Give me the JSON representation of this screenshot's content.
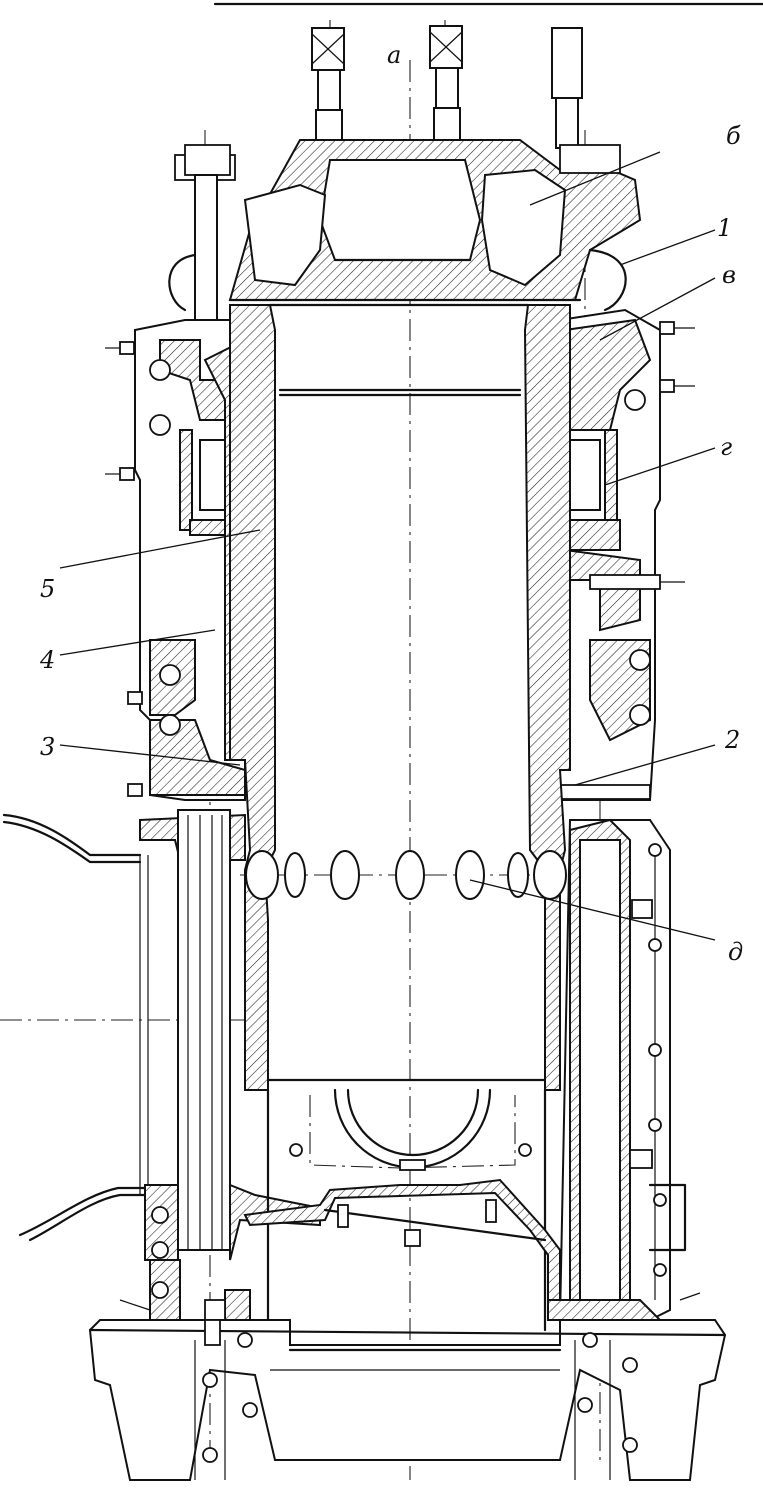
{
  "labels": {
    "a": "а",
    "b": "б",
    "v": "в",
    "g": "г",
    "d": "д",
    "n1": "1",
    "n2": "2",
    "n3": "3",
    "n4": "4",
    "n5": "5"
  },
  "colors": {
    "ink": "#111111",
    "paper": "#ffffff"
  }
}
